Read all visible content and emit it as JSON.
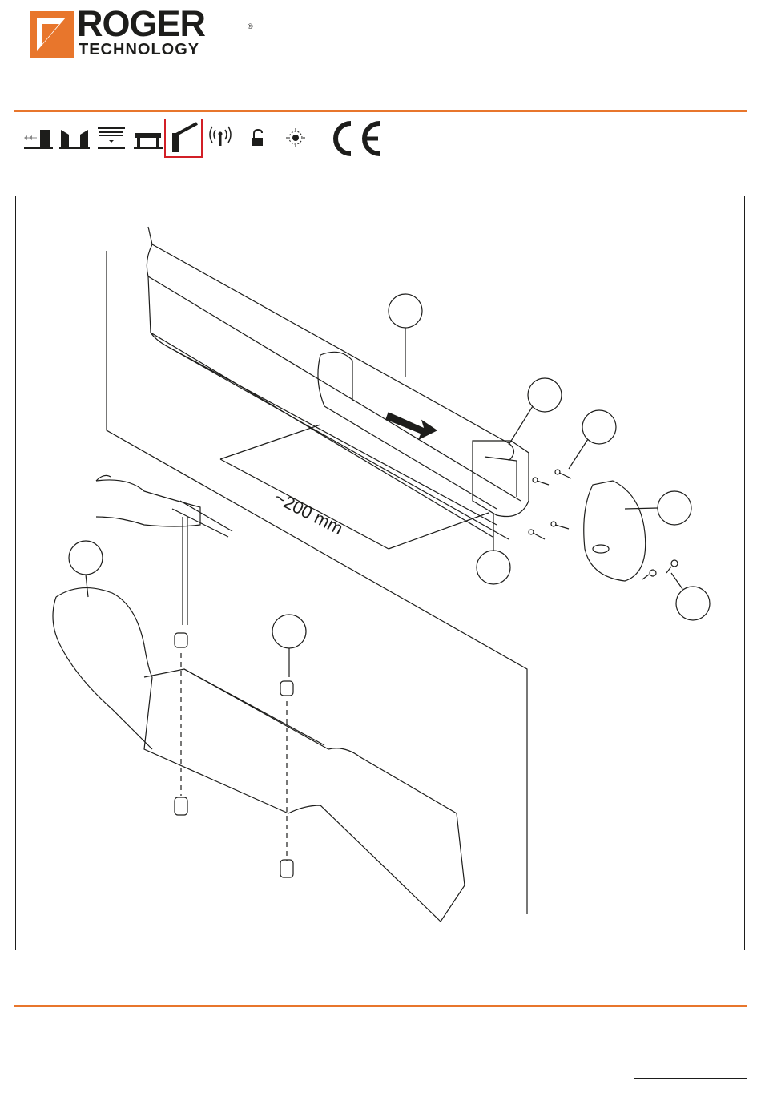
{
  "header": {
    "brand_name": "ROGER",
    "brand_sub": "TECHNOLOGY",
    "brand_registered": "®",
    "brand_color": "#e8762c"
  },
  "category_icons": [
    {
      "icon": "sliding-gate-icon",
      "selected": false
    },
    {
      "icon": "swing-gate-icon",
      "selected": false
    },
    {
      "icon": "garage-door-icon",
      "selected": false
    },
    {
      "icon": "sectional-door-icon",
      "selected": false
    },
    {
      "icon": "road-barrier-icon",
      "selected": true
    },
    {
      "icon": "radio-antenna-icon",
      "selected": false
    },
    {
      "icon": "unlock-icon",
      "selected": false
    },
    {
      "icon": "photocell-icon",
      "selected": false
    },
    {
      "icon": "ce-mark-icon",
      "selected": false
    }
  ],
  "selection_color": "#d21f26",
  "figure": {
    "dimension_label": "~200 mm",
    "callout_circles": 8
  },
  "footer": {
    "page_number": ""
  }
}
